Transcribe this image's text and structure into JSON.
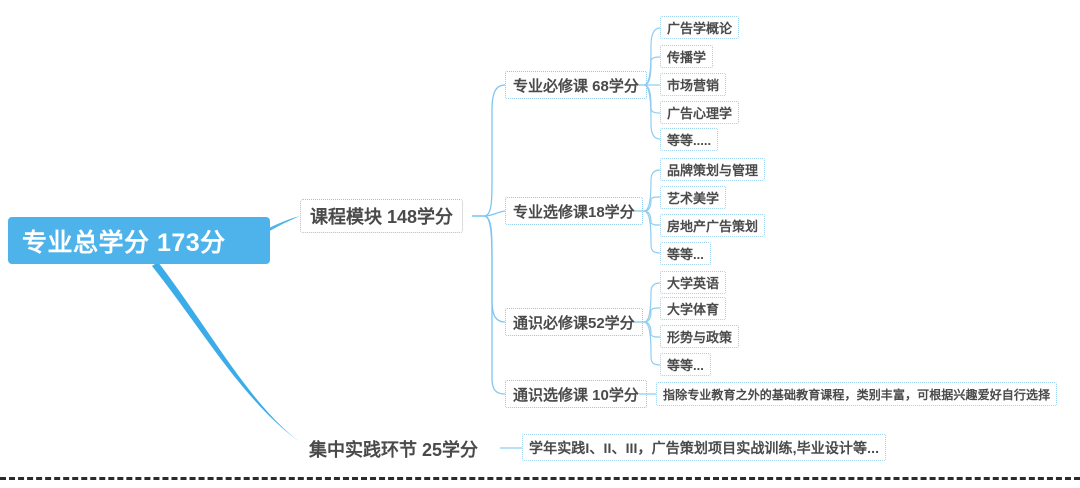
{
  "diagram": {
    "type": "mind-map",
    "title_node": "专业总学分 173分",
    "colors": {
      "root_fill": "#4FB3EB",
      "root_text": "#ffffff",
      "connector": "#63bdee",
      "leaf_border": "#9ed2f0",
      "node_text": "#4a4a4a",
      "bottom_rule": "#2b2b2b"
    }
  },
  "root": {
    "label": "专业总学分 173分"
  },
  "branches": [
    {
      "label": "课程模块 148学分",
      "groups": [
        {
          "label": "专业必修课 68学分",
          "items": [
            "广告学概论",
            "传播学",
            "市场营销",
            "广告心理学",
            "等等....."
          ]
        },
        {
          "label": "专业选修课18学分",
          "items": [
            "品牌策划与管理",
            "艺术美学",
            "房地产广告策划",
            "等等..."
          ]
        },
        {
          "label": "通识必修课52学分",
          "items": [
            "大学英语",
            "大学体育",
            "形势与政策",
            "等等..."
          ]
        },
        {
          "label": "通识选修课 10学分",
          "items": [
            "指除专业教育之外的基础教育课程，类别丰富，可根据兴趣爱好自行选择"
          ]
        }
      ]
    },
    {
      "label": "集中实践环节 25学分",
      "groups": [
        {
          "label": "学年实践I、II、III，广告策划项目实战训练,毕业设计等...",
          "items": []
        }
      ]
    }
  ]
}
